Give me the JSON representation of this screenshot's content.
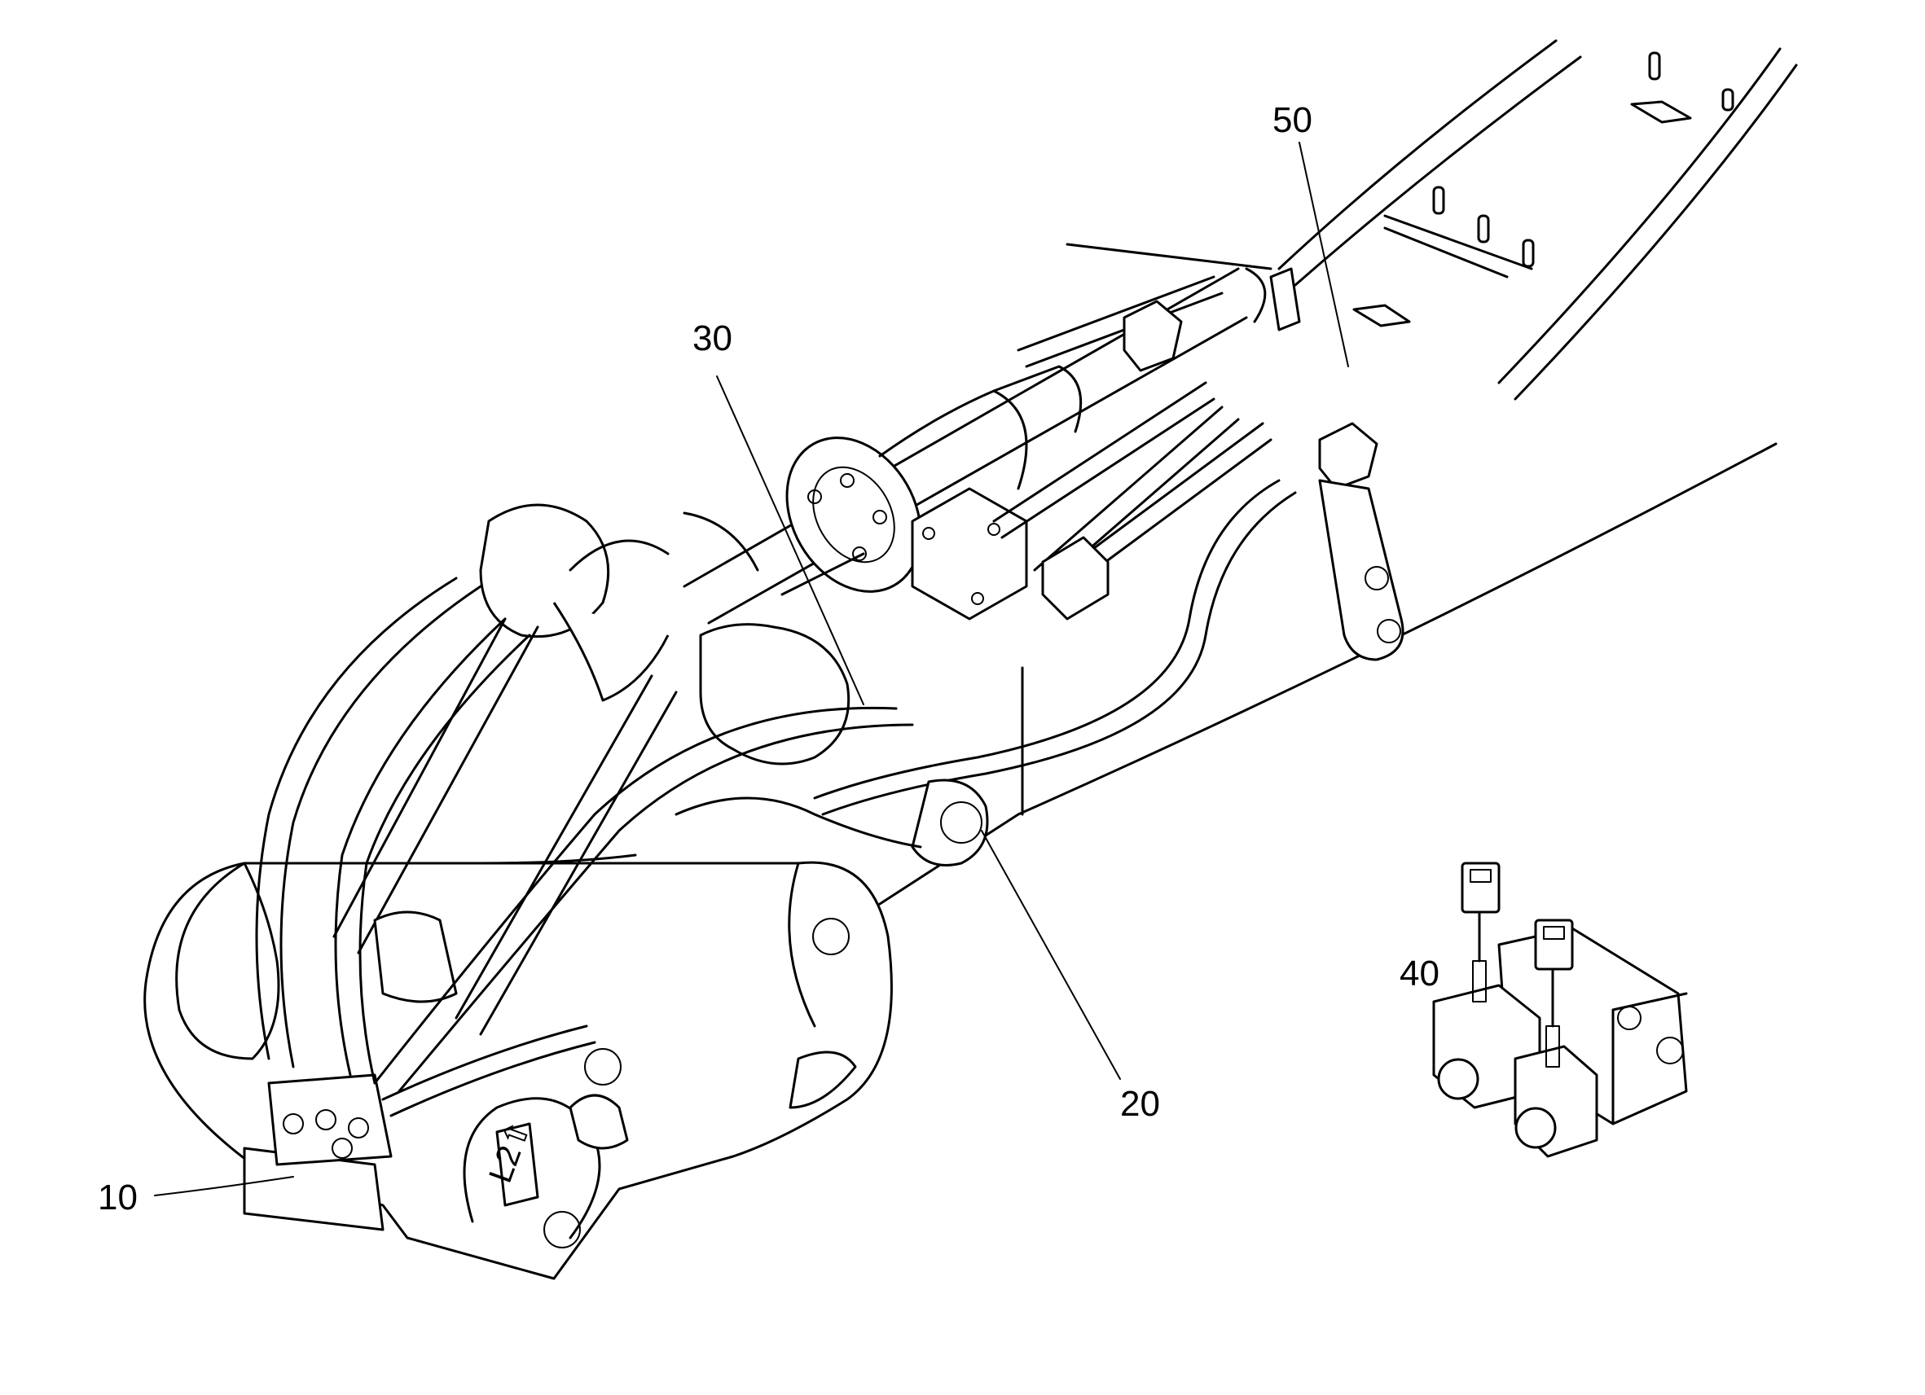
{
  "figure": {
    "labels": {
      "l10": "10",
      "l20": "20",
      "l30": "30",
      "l40": "40",
      "l50": "50"
    },
    "plate_marking": "L2⇧"
  }
}
